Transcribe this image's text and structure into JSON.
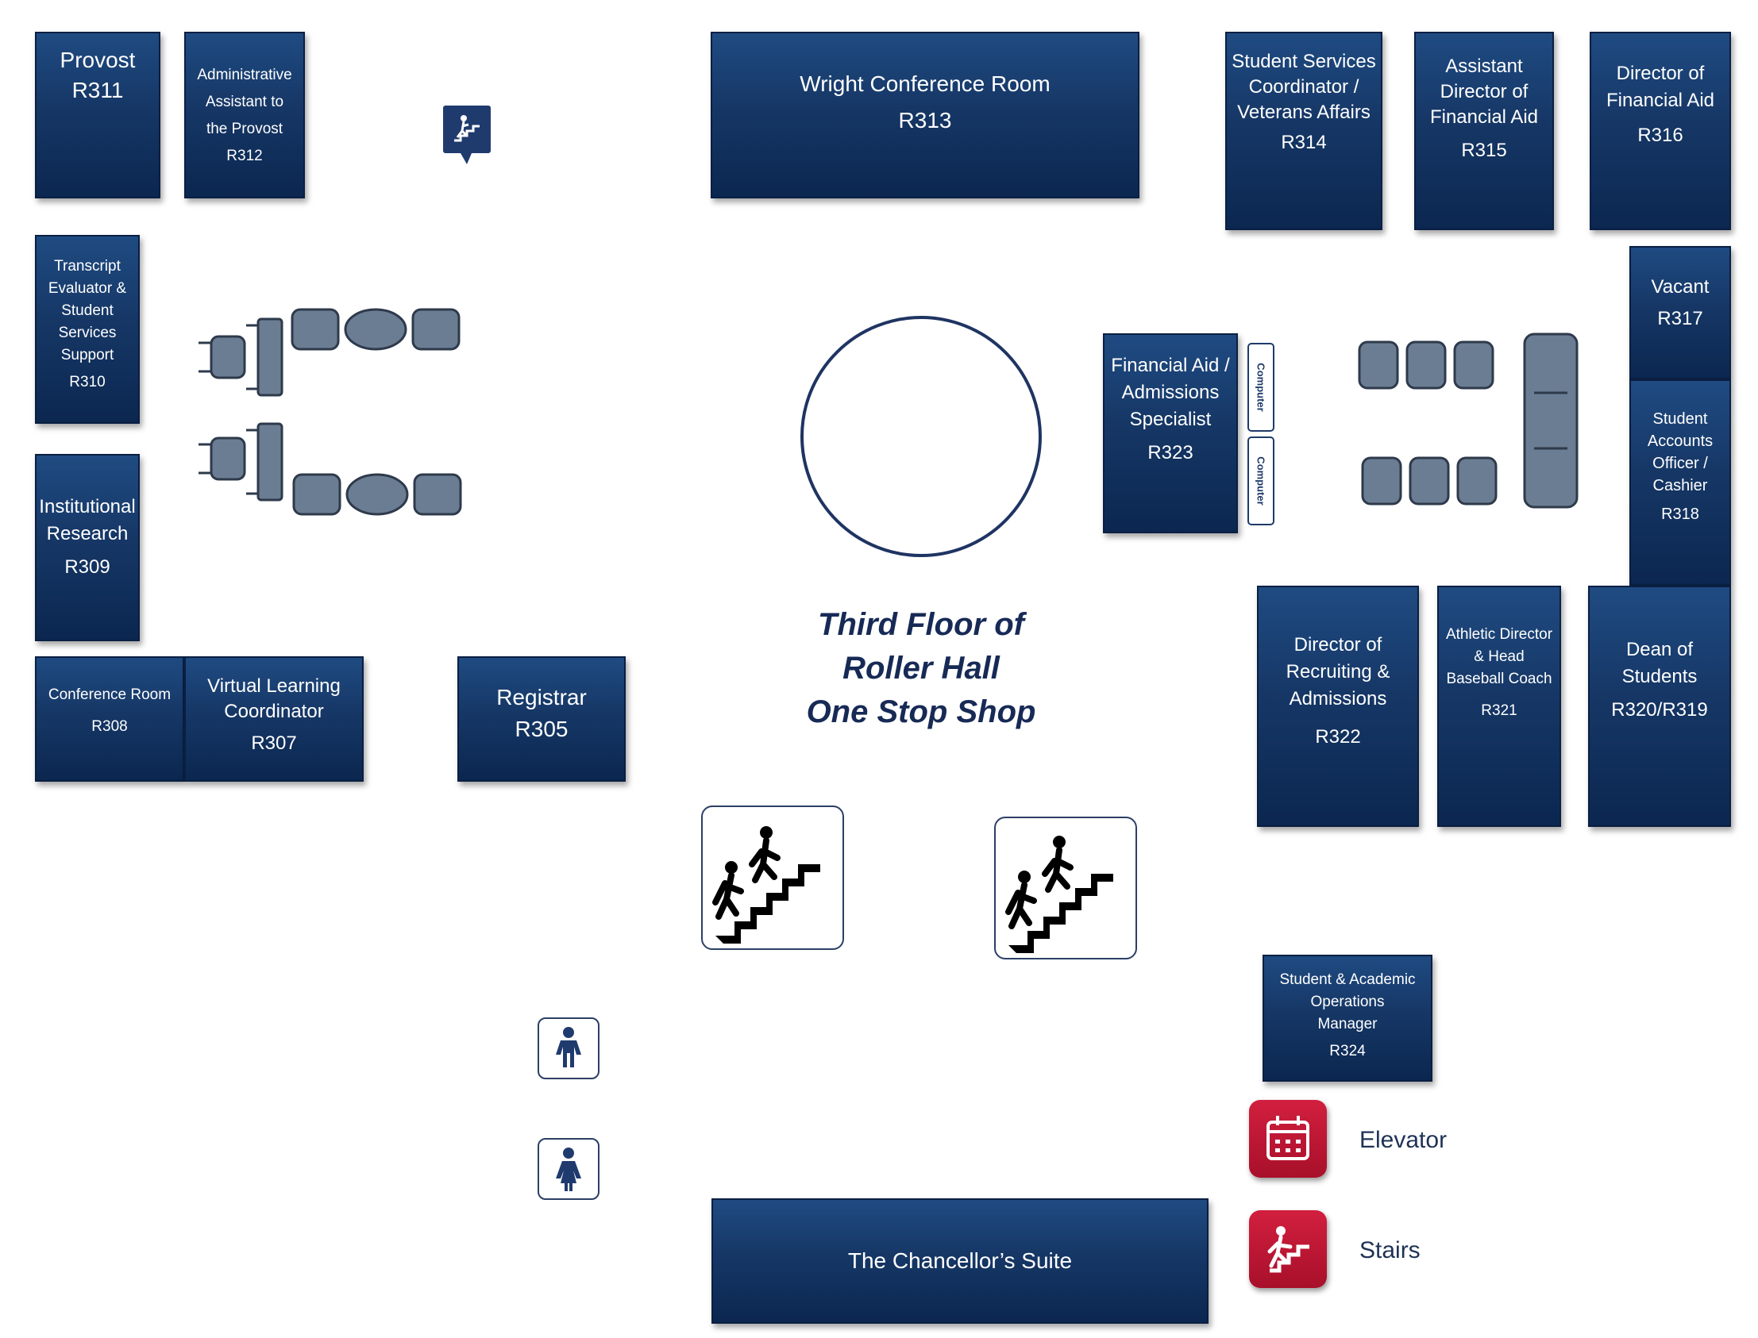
{
  "title": "Third Floor of\nRoller Hall\nOne Stop Shop",
  "rooms": {
    "r311": {
      "name": "Provost",
      "num": "R311"
    },
    "r312": {
      "name": "Administrative\nAssistant to\nthe Provost",
      "num": "R312"
    },
    "r313": {
      "name": "Wright Conference Room",
      "num": "R313"
    },
    "r314": {
      "name": "Student Services\nCoordinator /\nVeterans Affairs",
      "num": "R314"
    },
    "r315": {
      "name": "Assistant\nDirector of\nFinancial Aid",
      "num": "R315"
    },
    "r316": {
      "name": "Director of\nFinancial Aid",
      "num": "R316"
    },
    "r317": {
      "name": "Vacant",
      "num": "R317"
    },
    "r318": {
      "name": "Student\nAccounts\nOfficer /\nCashier",
      "num": "R318"
    },
    "r310": {
      "name": "Transcript\nEvaluator &\nStudent\nServices\nSupport",
      "num": "R310"
    },
    "r309": {
      "name": "Institutional\nResearch",
      "num": "R309"
    },
    "r308": {
      "name": "Conference Room",
      "num": "R308"
    },
    "r307": {
      "name": "Virtual Learning\nCoordinator",
      "num": "R307"
    },
    "r305": {
      "name": "Registrar",
      "num": "R305"
    },
    "r323": {
      "name": "Financial Aid /\nAdmissions\nSpecialist",
      "num": "R323"
    },
    "r322": {
      "name": "Director of\nRecruiting &\nAdmissions",
      "num": "R322"
    },
    "r321": {
      "name": "Athletic Director\n& Head\nBaseball Coach",
      "num": "R321"
    },
    "r320": {
      "name": "Dean of\nStudents",
      "num": "R320/R319"
    },
    "r324": {
      "name": "Student & Academic\nOperations\nManager",
      "num": "R324"
    },
    "suite": {
      "name": "The Chancellor’s Suite"
    }
  },
  "computers": [
    "Computer",
    "Computer"
  ],
  "legend": {
    "elevator": "Elevator",
    "stairs": "Stairs"
  },
  "icons": [
    "stairs-icon",
    "restroom-men-icon",
    "restroom-women-icon",
    "elevator-icon",
    "stairs-legend-icon"
  ],
  "colors": {
    "room": "#163766",
    "legend_icon": "#c4163a",
    "title": "#172a56",
    "furniture": "#6b7d92"
  }
}
